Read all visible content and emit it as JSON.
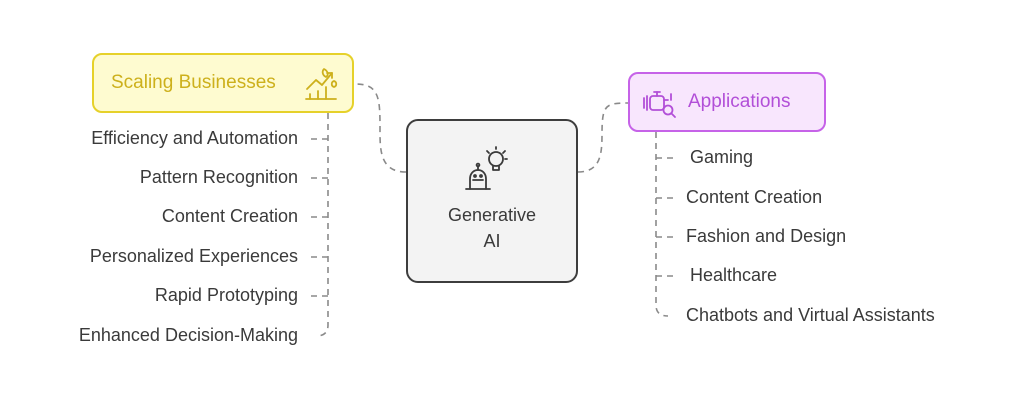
{
  "center": {
    "line1": "Generative",
    "line2": "AI",
    "icon": "robot-lightbulb-icon"
  },
  "left_branch": {
    "title": "Scaling Businesses",
    "icon": "growth-plant-icon",
    "color": "#e6d12a",
    "fill": "#fefbd0",
    "items": [
      "Efficiency and Automation",
      "Pattern Recognition",
      "Content Creation",
      "Personalized Experiences",
      "Rapid Prototyping",
      "Enhanced Decision-Making"
    ]
  },
  "right_branch": {
    "title": "Applications",
    "icon": "machine-search-icon",
    "color": "#c663e8",
    "fill": "#f8e6fd",
    "items": [
      "Gaming",
      "Content Creation",
      "Fashion and Design",
      "Healthcare",
      "Chatbots and Virtual Assistants"
    ]
  }
}
